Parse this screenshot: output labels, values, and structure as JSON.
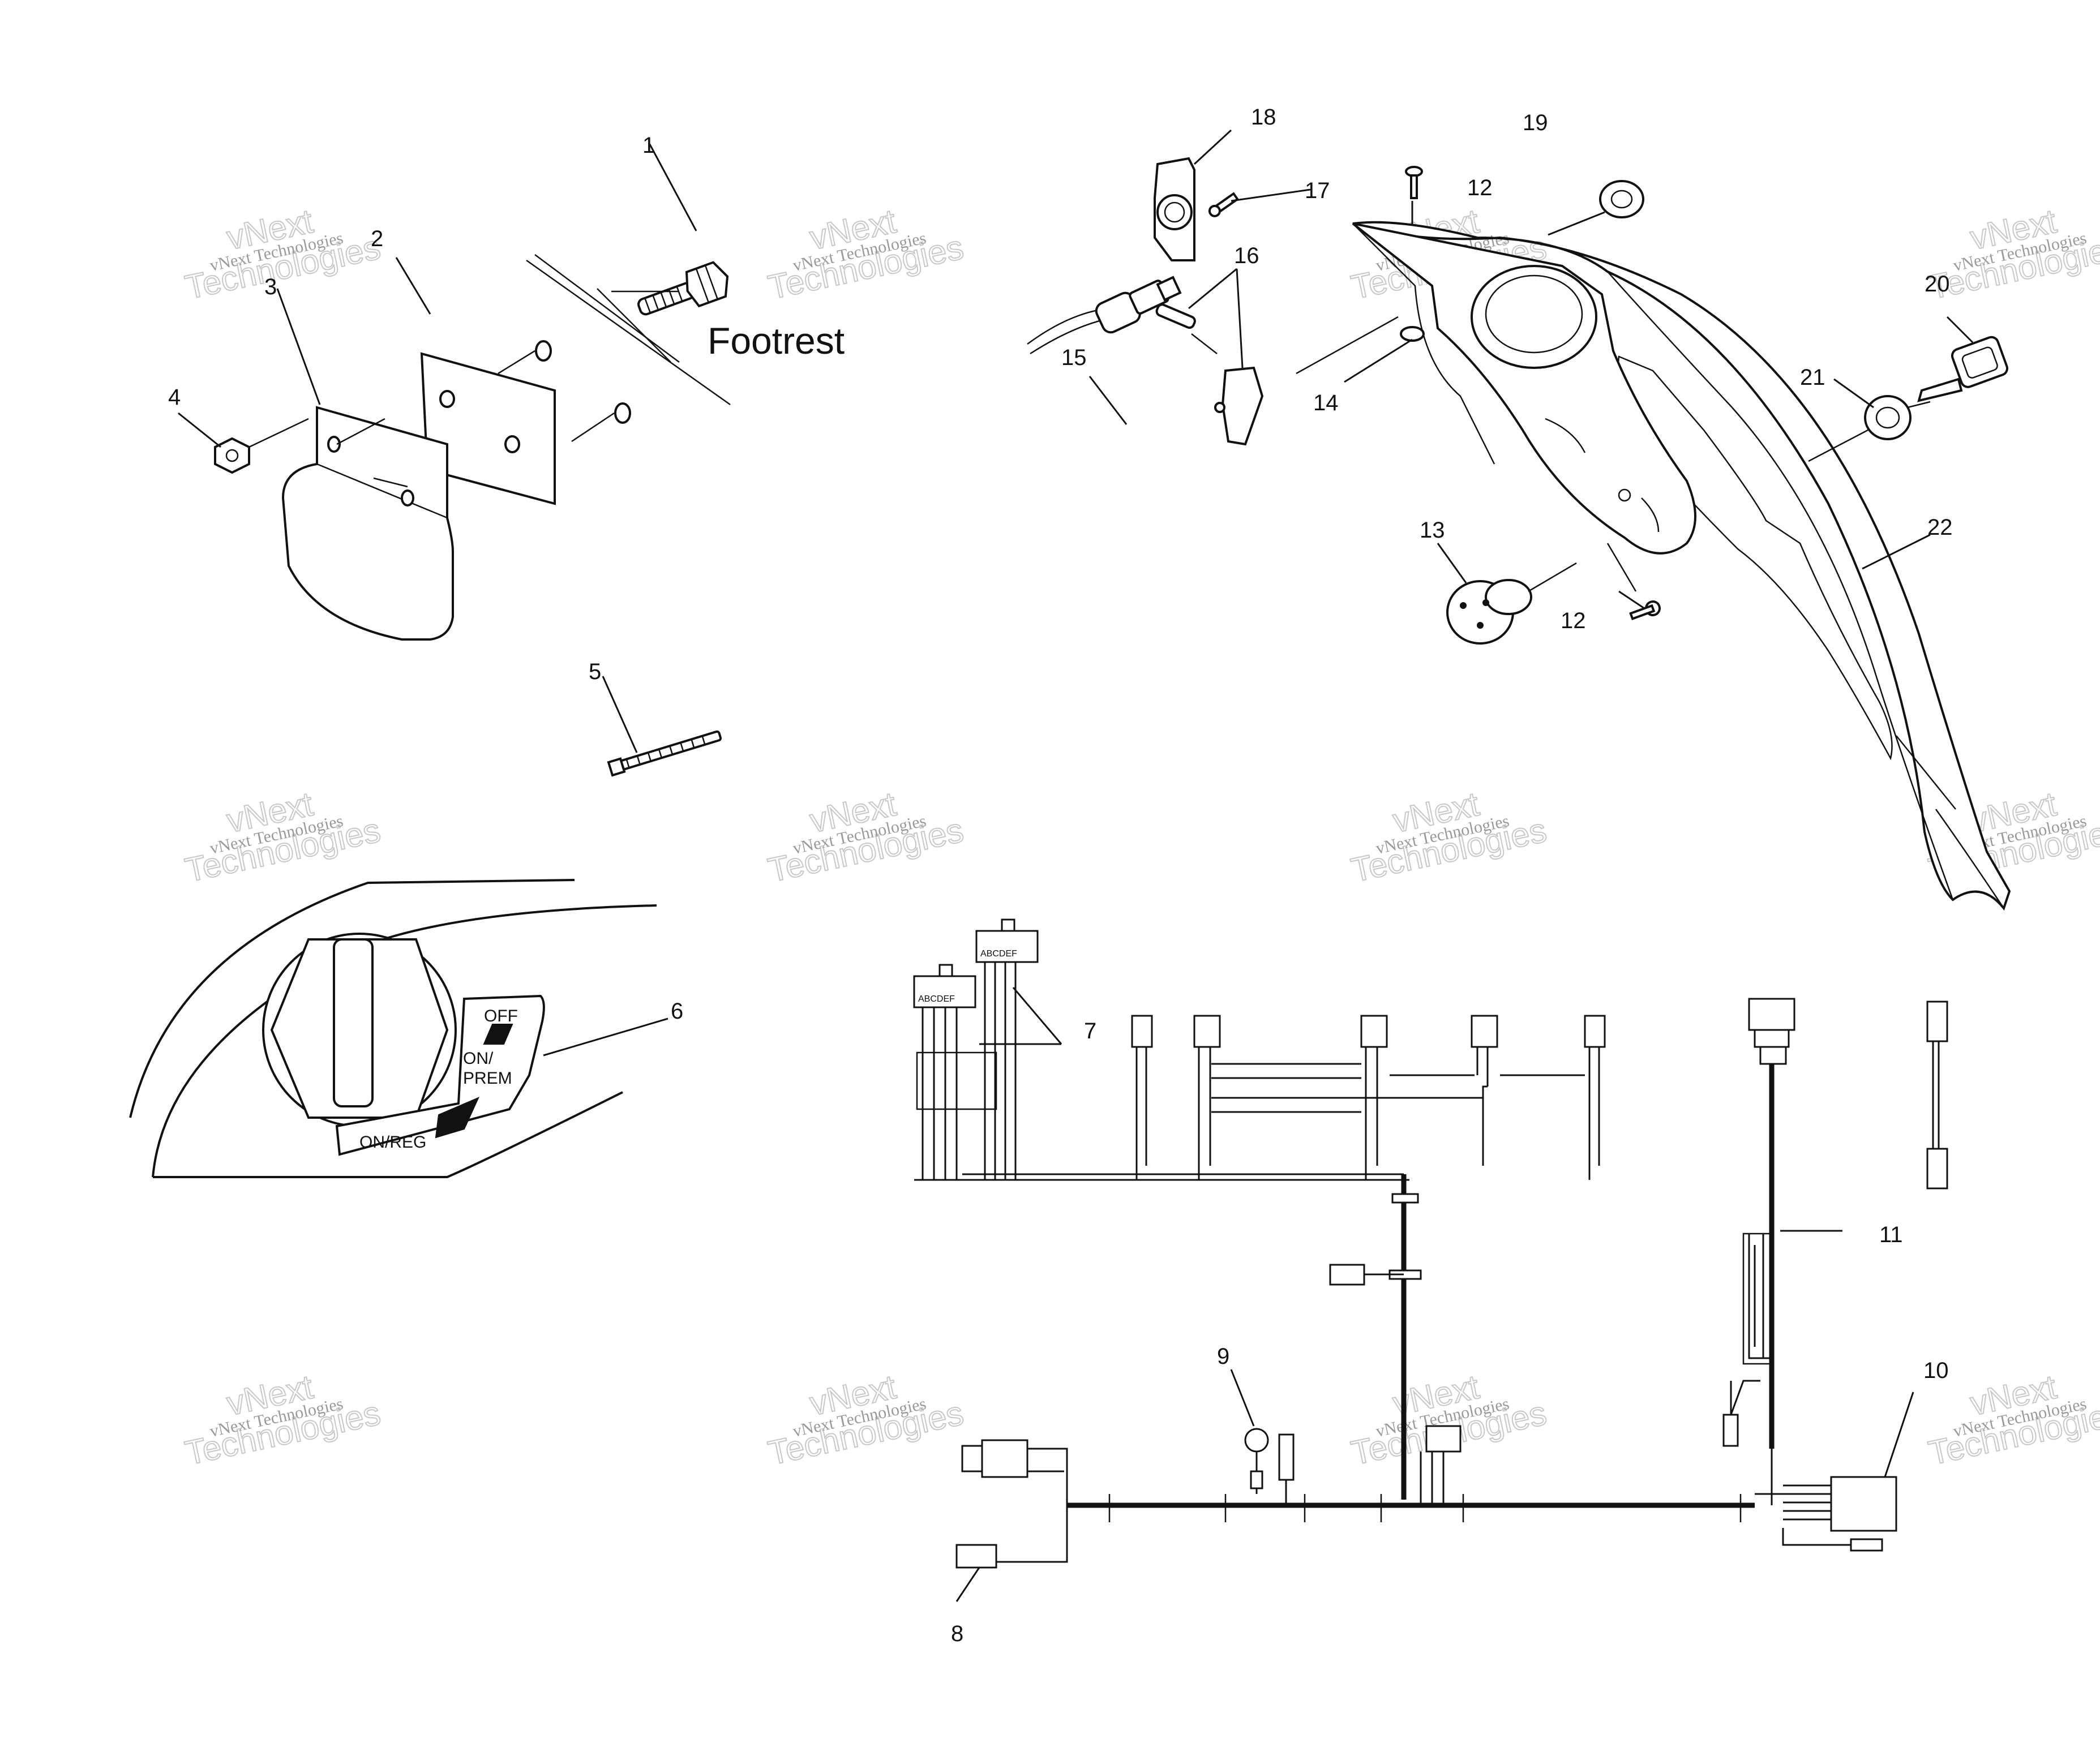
{
  "diagram_labels": {
    "footrest": "Footrest",
    "switch_off": "OFF",
    "switch_on": "ON/",
    "switch_prem": "PREM",
    "switch_onreg": "ON/REG",
    "connector_pins": "ABCDEF"
  },
  "callouts": {
    "c1": "1",
    "c2": "2",
    "c3": "3",
    "c4": "4",
    "c5": "5",
    "c6": "6",
    "c7": "7",
    "c8": "8",
    "c9": "9",
    "c10": "10",
    "c11": "11",
    "c12a": "12",
    "c12b": "12",
    "c13": "13",
    "c14": "14",
    "c15": "15",
    "c16": "16",
    "c17": "17",
    "c18": "18",
    "c19": "19",
    "c20": "20",
    "c21": "21",
    "c22": "22"
  },
  "watermark": {
    "line1": "vNext",
    "line2": "Technologies",
    "small": "vNext Technologies"
  },
  "colors": {
    "ink": "#111111",
    "background": "#ffffff",
    "watermark": "#c8c8c8"
  }
}
